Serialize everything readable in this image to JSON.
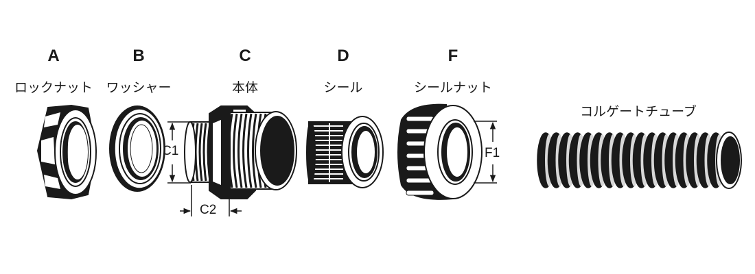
{
  "parts": [
    {
      "letter": "A",
      "name": "ロックナット"
    },
    {
      "letter": "B",
      "name": "ワッシャー"
    },
    {
      "letter": "C",
      "name": "本体"
    },
    {
      "letter": "D",
      "name": "シール"
    },
    {
      "letter": "F",
      "name": "シールナット"
    }
  ],
  "tube": {
    "name": "コルゲートチューブ"
  },
  "dimensions": {
    "c1": "C1",
    "c2": "C2",
    "f1": "F1"
  },
  "colors": {
    "ink": "#1a1a1a",
    "fill": "#ffffff"
  }
}
